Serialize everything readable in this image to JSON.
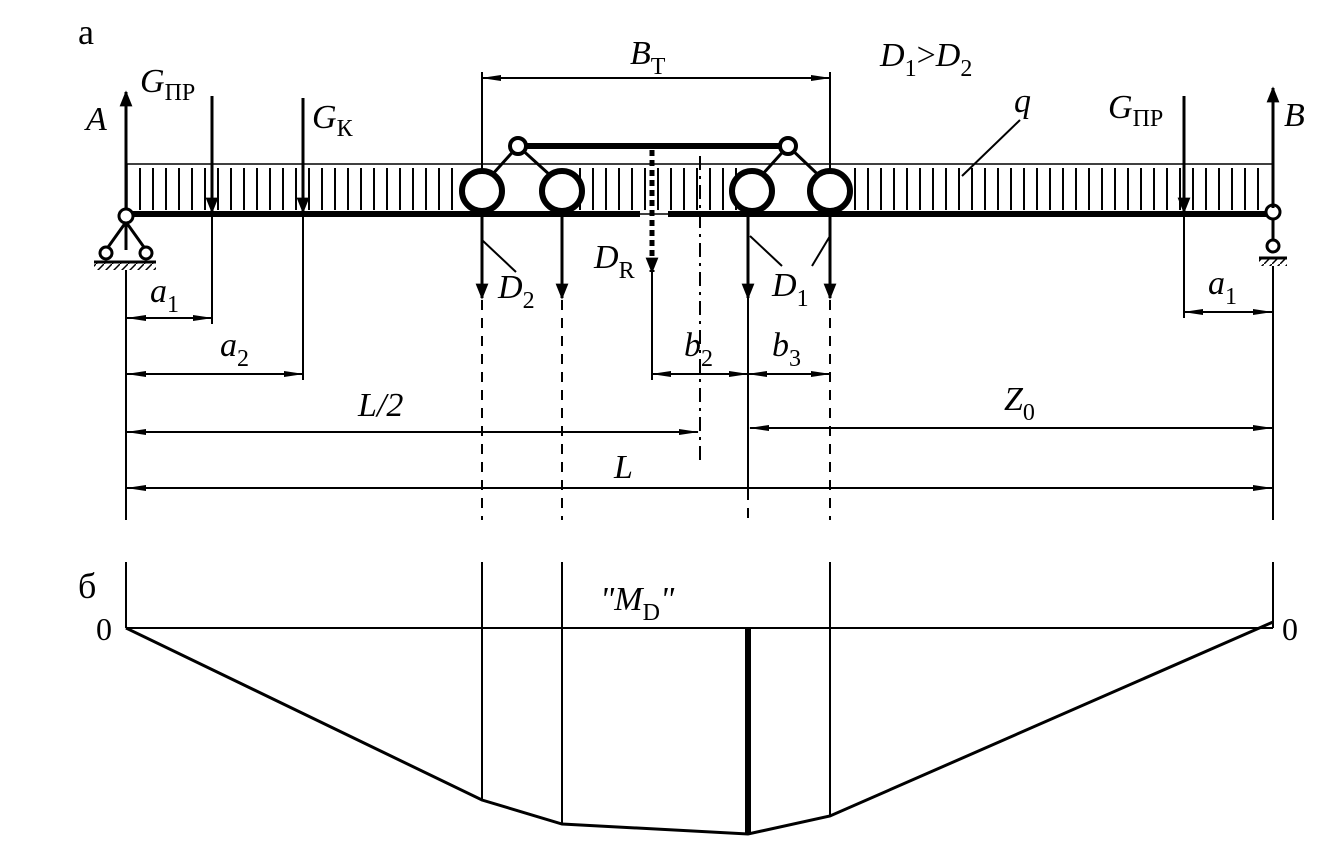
{
  "panels": {
    "a": "а",
    "b": "б"
  },
  "labels": {
    "A": "A",
    "B": "B",
    "G": "G",
    "G_sub": "ПР",
    "Gk_sub": "К",
    "BT": "B",
    "BT_sub": "Т",
    "D": "D",
    "D1_sub": "1",
    "D2_sub": "2",
    "DR_sub": "R",
    "cmp": ">",
    "q": "q",
    "a": "a",
    "a1_sub": "1",
    "a2_sub": "2",
    "b": "b",
    "b2_sub": "2",
    "b3_sub": "3",
    "L_half": "L/2",
    "L": "L",
    "Z": "Z",
    "Z0_sub": "0",
    "M_open": "\"M",
    "M_sub": "D",
    "M_close": "\"",
    "zero": "0"
  }
}
